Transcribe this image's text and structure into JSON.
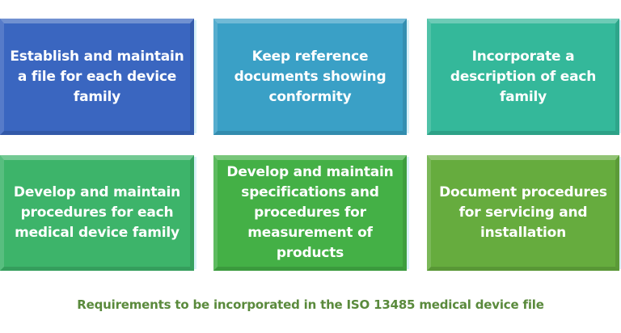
{
  "diagram": {
    "type": "grid-of-requirement-boxes",
    "boxes": [
      {
        "label": "Establish and maintain a file for each device family",
        "lines": [
          "Establish and maintain",
          "a file for each device",
          "family"
        ],
        "color": "#3a66c0"
      },
      {
        "label": "Keep reference documents showing conformity",
        "lines": [
          "Keep reference",
          "documents showing",
          "conformity"
        ],
        "color": "#3aa0c6"
      },
      {
        "label": "Incorporate a description of each family",
        "lines": [
          "Incorporate a",
          "description of each",
          "family"
        ],
        "color": "#34b89a"
      },
      {
        "label": "Develop and maintain procedures for each medical device family",
        "lines": [
          "Develop and maintain",
          "procedures for each",
          "medical device family"
        ],
        "color": "#3db46a"
      },
      {
        "label": "Develop and maintain specifications and procedures for measurement of products",
        "lines": [
          "Develop and maintain",
          "specifications and",
          "procedures for",
          "measurement of",
          "products"
        ],
        "color": "#44b046"
      },
      {
        "label": "Document procedures for servicing and installation",
        "lines": [
          "Document procedures",
          "for servicing and",
          "installation"
        ],
        "color": "#66ac3e"
      }
    ],
    "caption": "Requirements to be incorporated in the ISO 13485 medical device file",
    "caption_color": "#5a8a3c"
  }
}
